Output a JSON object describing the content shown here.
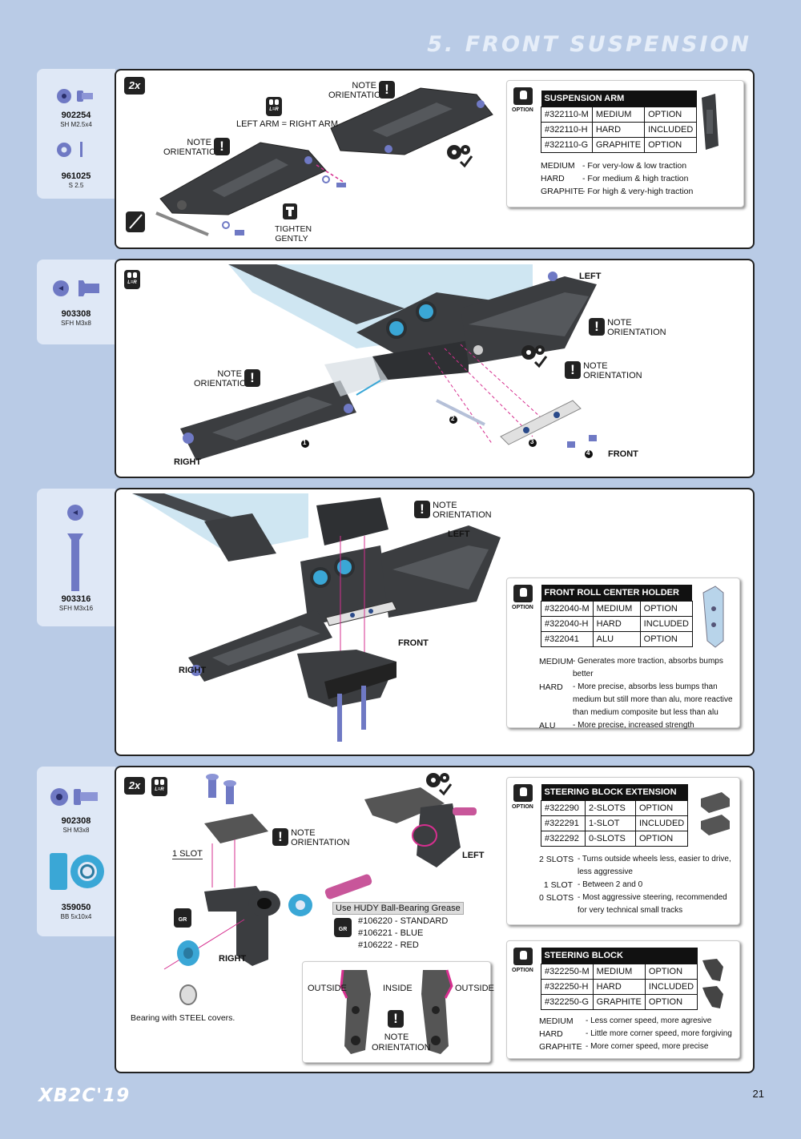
{
  "header": {
    "title": "5. FRONT SUSPENSION"
  },
  "colors": {
    "background": "#b9cbe6",
    "parts_bg": "#dfe8f6",
    "part_metal": "#6f79c4",
    "bearing": "#3aa7d6",
    "accent": "#d62f8f"
  },
  "steps": [
    {
      "badge": "2x",
      "lr_icon": "L=R",
      "labels": {
        "note_orientation_1": "NOTE ORIENTATION",
        "note_orientation_2": "NOTE ORIENTATION",
        "left_right": "LEFT ARM = RIGHT ARM",
        "tighten": "TIGHTEN GENTLY"
      },
      "parts": [
        {
          "code": "902254",
          "spec": "SH M2.5x4"
        },
        {
          "code": "961025",
          "spec": "S 2.5"
        }
      ],
      "option": {
        "option_label": "OPTION",
        "title": "SUSPENSION ARM",
        "rows": [
          [
            "#322110-M",
            "MEDIUM",
            "OPTION"
          ],
          [
            "#322110-H",
            "HARD",
            "INCLUDED"
          ],
          [
            "#322110-G",
            "GRAPHITE",
            "OPTION"
          ]
        ],
        "desc": [
          [
            "MEDIUM",
            "- For very-low & low traction"
          ],
          [
            "HARD",
            "- For medium & high traction"
          ],
          [
            "GRAPHITE",
            "- For high & very-high traction"
          ]
        ]
      }
    },
    {
      "lr_icon": "L=R",
      "labels": {
        "left": "LEFT",
        "right": "RIGHT",
        "front": "FRONT",
        "note_a": "NOTE ORIENTATION",
        "note_b": "NOTE ORIENTATION",
        "note_c": "NOTE ORIENTATION",
        "n1": "1",
        "n2": "2",
        "n3": "3",
        "n4": "4"
      },
      "parts": [
        {
          "code": "903308",
          "spec": "SFH M3x8"
        }
      ]
    },
    {
      "labels": {
        "note": "NOTE ORIENTATION",
        "left": "LEFT",
        "right": "RIGHT",
        "front": "FRONT"
      },
      "parts": [
        {
          "code": "903316",
          "spec": "SFH M3x16"
        }
      ],
      "option": {
        "option_label": "OPTION",
        "title": "FRONT ROLL CENTER HOLDER",
        "rows": [
          [
            "#322040-M",
            "MEDIUM",
            "OPTION"
          ],
          [
            "#322040-H",
            "HARD",
            "INCLUDED"
          ],
          [
            "#322041",
            "ALU",
            "OPTION"
          ]
        ],
        "desc": [
          [
            "MEDIUM",
            "- Generates more traction, absorbs bumps better"
          ],
          [
            "HARD",
            "- More precise, absorbs less bumps than medium but still more than alu, more reactive than medium composite but less than alu"
          ],
          [
            "ALU",
            "- More precise, increased strength"
          ]
        ]
      }
    },
    {
      "badge": "2x",
      "lr_icon": "L=R",
      "labels": {
        "one_slot": "1 SLOT",
        "note": "NOTE ORIENTATION",
        "left": "LEFT",
        "right": "RIGHT",
        "grease_title": "Use HUDY Ball-Bearing Grease",
        "grease_1": "#106220 - STANDARD",
        "grease_2": "#106221 - BLUE",
        "grease_3": "#106222 - RED",
        "gr_icon": "GR",
        "bearing_note": "Bearing with STEEL covers.",
        "outside_l": "OUTSIDE",
        "inside": "INSIDE",
        "outside_r": "OUTSIDE",
        "inset_note": "NOTE ORIENTATION"
      },
      "parts": [
        {
          "code": "902308",
          "spec": "SH M3x8"
        },
        {
          "code": "359050",
          "spec": "BB 5x10x4"
        }
      ],
      "option_a": {
        "option_label": "OPTION",
        "title": "STEERING  BLOCK EXTENSION",
        "rows": [
          [
            "#322290",
            "2-SLOTS",
            "OPTION"
          ],
          [
            "#322291",
            "1-SLOT",
            "INCLUDED"
          ],
          [
            "#322292",
            "0-SLOTS",
            "OPTION"
          ]
        ],
        "desc": [
          [
            "2 SLOTS",
            "- Turns outside wheels less, easier to drive, less aggressive"
          ],
          [
            "1 SLOT",
            "- Between 2 and 0"
          ],
          [
            "0 SLOTS",
            "- Most aggressive steering, recommended for very technical small tracks"
          ]
        ]
      },
      "option_b": {
        "option_label": "OPTION",
        "title": "STEERING   BLOCK",
        "rows": [
          [
            "#322250-M",
            "MEDIUM",
            "OPTION"
          ],
          [
            "#322250-H",
            "HARD",
            "INCLUDED"
          ],
          [
            "#322250-G",
            "GRAPHITE",
            "OPTION"
          ]
        ],
        "desc": [
          [
            "MEDIUM",
            "- Less corner speed, more agresive"
          ],
          [
            "HARD",
            "- Little more corner speed, more forgiving"
          ],
          [
            "GRAPHITE",
            "- More corner speed, more precise"
          ]
        ]
      }
    }
  ],
  "footer": {
    "logo": "XB2C'19",
    "page": "21"
  }
}
